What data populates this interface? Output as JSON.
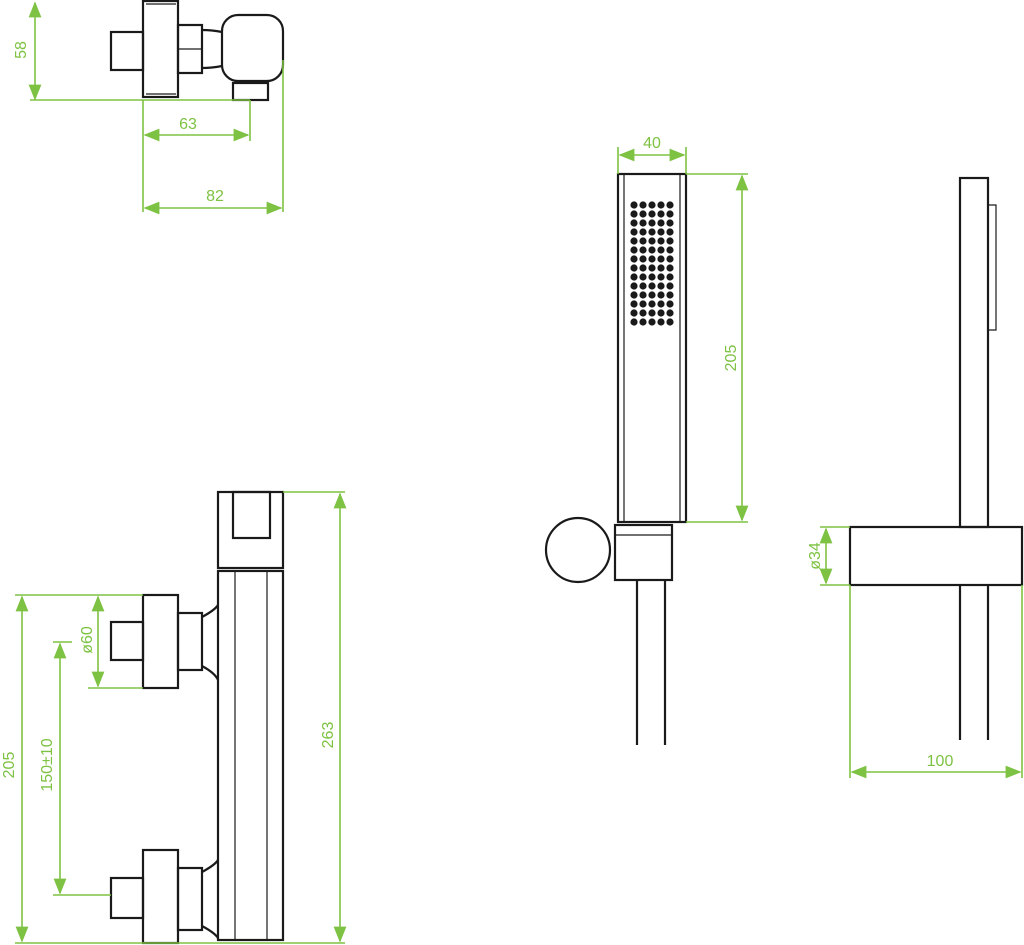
{
  "title": "Thermostatic shower mixer set dimensional drawing",
  "colors": {
    "dimension": "#7dc242",
    "outline": "#1a1a1a"
  },
  "dimensions": {
    "mixer_top_view": {
      "height": "58",
      "outlet_offset": "63",
      "depth": "82"
    },
    "mixer_front_view": {
      "total_height": "263",
      "inlet_span": "205",
      "flange_diameter": "ø60",
      "centre_distance": "150±10"
    },
    "hand_shower_front": {
      "width": "40",
      "length": "205"
    },
    "hand_shower_side": {
      "holder_diameter": "ø34",
      "projection": "100"
    }
  }
}
